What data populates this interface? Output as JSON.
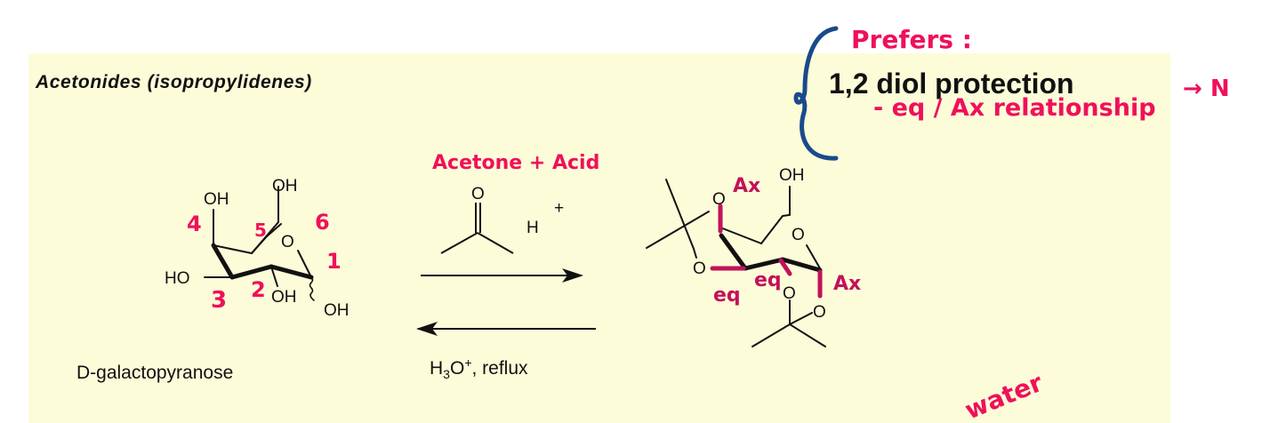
{
  "panel": {
    "background": "#fcfcd9",
    "title": "Acetonides (isopropylidenes)",
    "heading": "1,2 diol protection"
  },
  "reactant": {
    "name": "D-galactopyranose",
    "atoms": {
      "oh_top_left": "OH",
      "oh_top_right": "OH",
      "ring_o": "O",
      "ho_left": "HO",
      "oh_c2": "OH",
      "oh_c1": "OH"
    }
  },
  "reagents": {
    "forward_top_o": "O",
    "forward_acid": "H",
    "forward_acid_charge": "+",
    "reverse_condition": "H3O+, reflux",
    "reverse_condition_parts": {
      "h": "H",
      "sub": "3",
      "o": "O",
      "sup": "+",
      "rest": ", reflux"
    }
  },
  "product": {
    "atoms": {
      "oh_top": "OH",
      "ring_o": "O",
      "o_top_left": "O",
      "o_left": "O",
      "o_c2": "O",
      "o_c1": "O"
    }
  },
  "annotations": {
    "color_pink": "#f0105a",
    "color_magenta": "#c2125b",
    "color_blue": "#1a4a8a",
    "carbon_numbers": [
      "1",
      "2",
      "3",
      "4",
      "5",
      "6"
    ],
    "reagent_note": "Acetone + Acid",
    "prefers": "Prefers :",
    "relationship": "- eq / Ax relationship",
    "arrow_note": "→ N",
    "water_note": "water",
    "product_labels": {
      "ax_top": "Ax",
      "ax_c1": "Ax",
      "eq_c3": "eq",
      "eq_c2": "eq"
    }
  }
}
